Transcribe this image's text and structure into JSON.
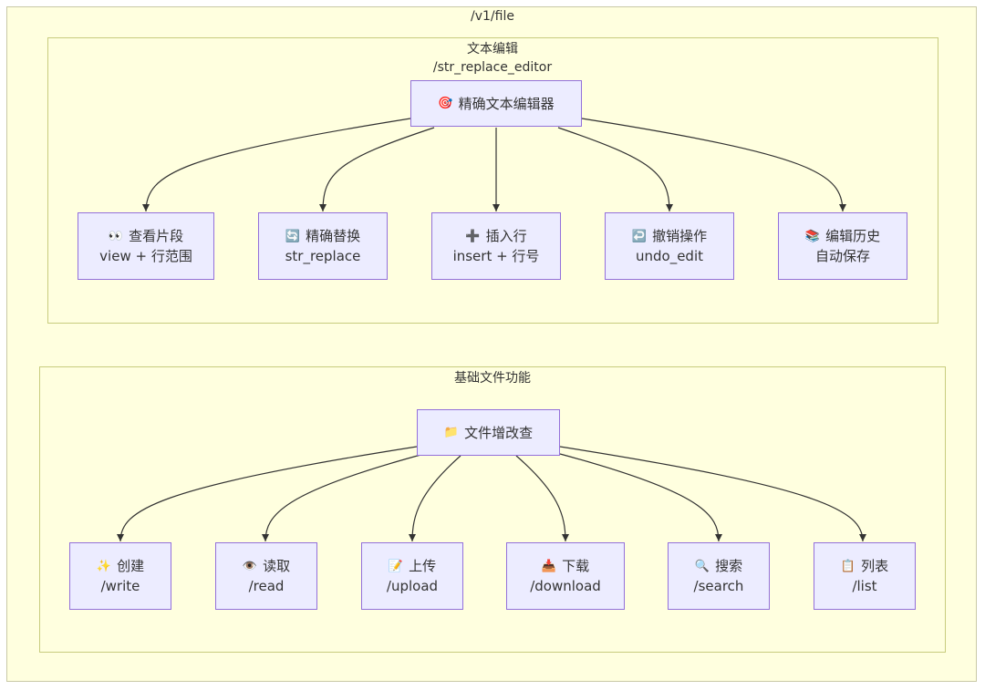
{
  "outer_title": "/v1/file",
  "edit_group": {
    "title": "文本编辑",
    "subtitle": "/str_replace_editor",
    "root": {
      "icon": "dart-target-icon",
      "glyph": "🎯",
      "label": "精确文本编辑器"
    },
    "children": [
      {
        "icon": "eyes-icon",
        "glyph": "👀",
        "label": "查看片段",
        "sub": "view + 行范围"
      },
      {
        "icon": "refresh-icon",
        "glyph": "🔄",
        "label": "精确替换",
        "sub": "str_replace"
      },
      {
        "icon": "plus-icon",
        "glyph": "➕",
        "label": "插入行",
        "sub": "insert + 行号"
      },
      {
        "icon": "undo-arrow-icon",
        "glyph": "↩️",
        "label": "撤销操作",
        "sub": "undo_edit"
      },
      {
        "icon": "books-icon",
        "glyph": "📚",
        "label": "编辑历史",
        "sub": "自动保存"
      }
    ]
  },
  "file_group": {
    "title": "基础文件功能",
    "root": {
      "icon": "folder-icon",
      "glyph": "📁",
      "label": "文件增改查"
    },
    "children": [
      {
        "icon": "sparkles-icon",
        "glyph": "✨",
        "label": "创建",
        "sub": "/write"
      },
      {
        "icon": "eye-icon",
        "glyph": "👁️",
        "label": "读取",
        "sub": "/read"
      },
      {
        "icon": "memo-icon",
        "glyph": "📝",
        "label": "上传",
        "sub": "/upload"
      },
      {
        "icon": "inbox-tray-icon",
        "glyph": "📥",
        "label": "下载",
        "sub": "/download"
      },
      {
        "icon": "magnifier-icon",
        "glyph": "🔍",
        "label": "搜索",
        "sub": "/search"
      },
      {
        "icon": "clipboard-icon",
        "glyph": "📋",
        "label": "列表",
        "sub": "/list"
      }
    ]
  }
}
